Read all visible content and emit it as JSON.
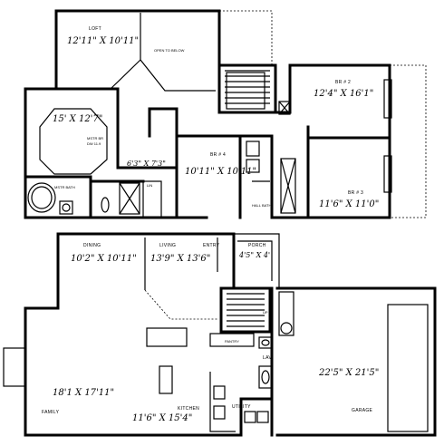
{
  "upper_floor": {
    "loft": {
      "label": "LOFT",
      "dims": "12'11\" X 10'11\""
    },
    "open_to_below": "OPEN TO BELOW",
    "master_bedroom": {
      "label": "MSTR BR",
      "label2": "DW 11.9",
      "dims": "15' X 12'7\""
    },
    "walk_in_closet": {
      "dims": "6'3\" X 7'3\""
    },
    "master_bath": "MSTR BATH",
    "bedroom2": {
      "label": "BR # 2",
      "dims": "12'4\" X 16'1\""
    },
    "bedroom3": {
      "label": "BR # 3",
      "dims": "11'6\" X 11'0\""
    },
    "bedroom4": {
      "label": "BR # 4",
      "dims": "10'11\" X 10'11\""
    },
    "hall_bath": "HALL BATH",
    "linen": "LIN"
  },
  "main_floor": {
    "dining": {
      "label": "DINING",
      "dims": "10'2\" X 10'11\""
    },
    "living": {
      "label": "LIVING",
      "dims": "13'9\" X 13'6\""
    },
    "entry": {
      "label": "ENTRY"
    },
    "porch": {
      "label": "PORCH",
      "dims": "4'5\" X 4'"
    },
    "family": {
      "label": "FAMILY",
      "dims": "18'1 X 17'11\""
    },
    "kitchen": {
      "label": "KITCHEN",
      "dims": "11'6\" X 15'4\""
    },
    "utility": {
      "label": "UTILITY"
    },
    "garage": {
      "label": "GARAGE",
      "dims": "22'5\" X 21'5\""
    },
    "lav": "LAV",
    "pantry": "PANTRY",
    "up": "UP"
  }
}
